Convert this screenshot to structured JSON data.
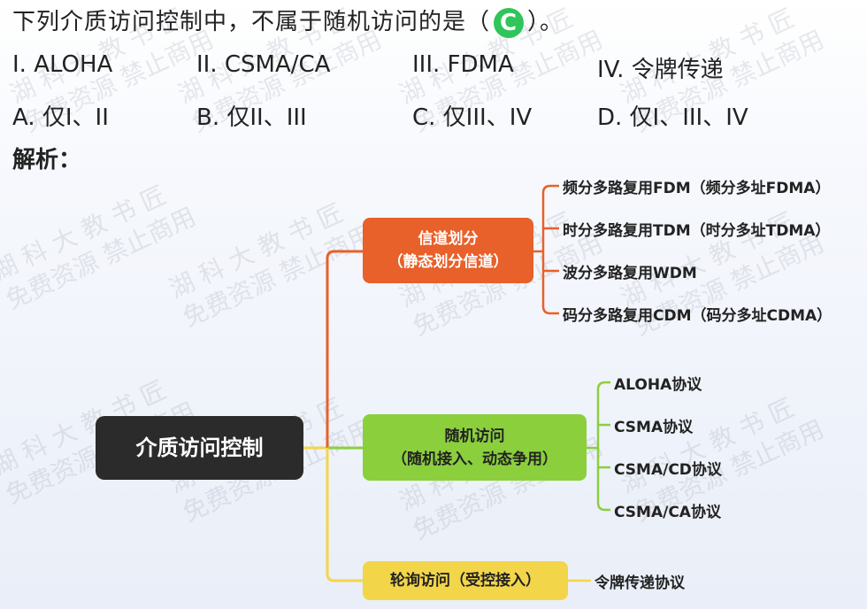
{
  "question": {
    "prefix": "下列介质访问控制中，不属于随机访问的是（",
    "answer": "C",
    "suffix": "）。"
  },
  "items": [
    "I. ALOHA",
    "II. CSMA/CA",
    "III. FDMA",
    "IV. 令牌传递"
  ],
  "options": [
    "A. 仅I、II",
    "B. 仅II、III",
    "C. 仅III、IV",
    "D. 仅I、III、IV"
  ],
  "analysis_title": "解析：",
  "watermark": {
    "line1": "湖 科 大 教 书 匠",
    "line2": "免费资源 禁止商用"
  },
  "mindmap": {
    "root": "介质访问控制",
    "channel": {
      "line1": "信道划分",
      "line2": "（静态划分信道）",
      "children": [
        "频分多路复用FDM（频分多址FDMA）",
        "时分多路复用TDM（时分多址TDMA）",
        "波分多路复用WDM",
        "码分多路复用CDM（码分多址CDMA）"
      ]
    },
    "random": {
      "line1": "随机访问",
      "line2": "（随机接入、动态争用）",
      "children": [
        "ALOHA协议",
        "CSMA协议",
        "CSMA/CD协议",
        "CSMA/CA协议"
      ]
    },
    "polling": {
      "label": "轮询访问（受控接入）",
      "children": [
        "令牌传递协议"
      ]
    }
  },
  "colors": {
    "answer": "#2fc55a",
    "channel": "#e8602a",
    "random": "#8bcf3d",
    "polling": "#f3d54a",
    "root": "#2b2b2b"
  }
}
